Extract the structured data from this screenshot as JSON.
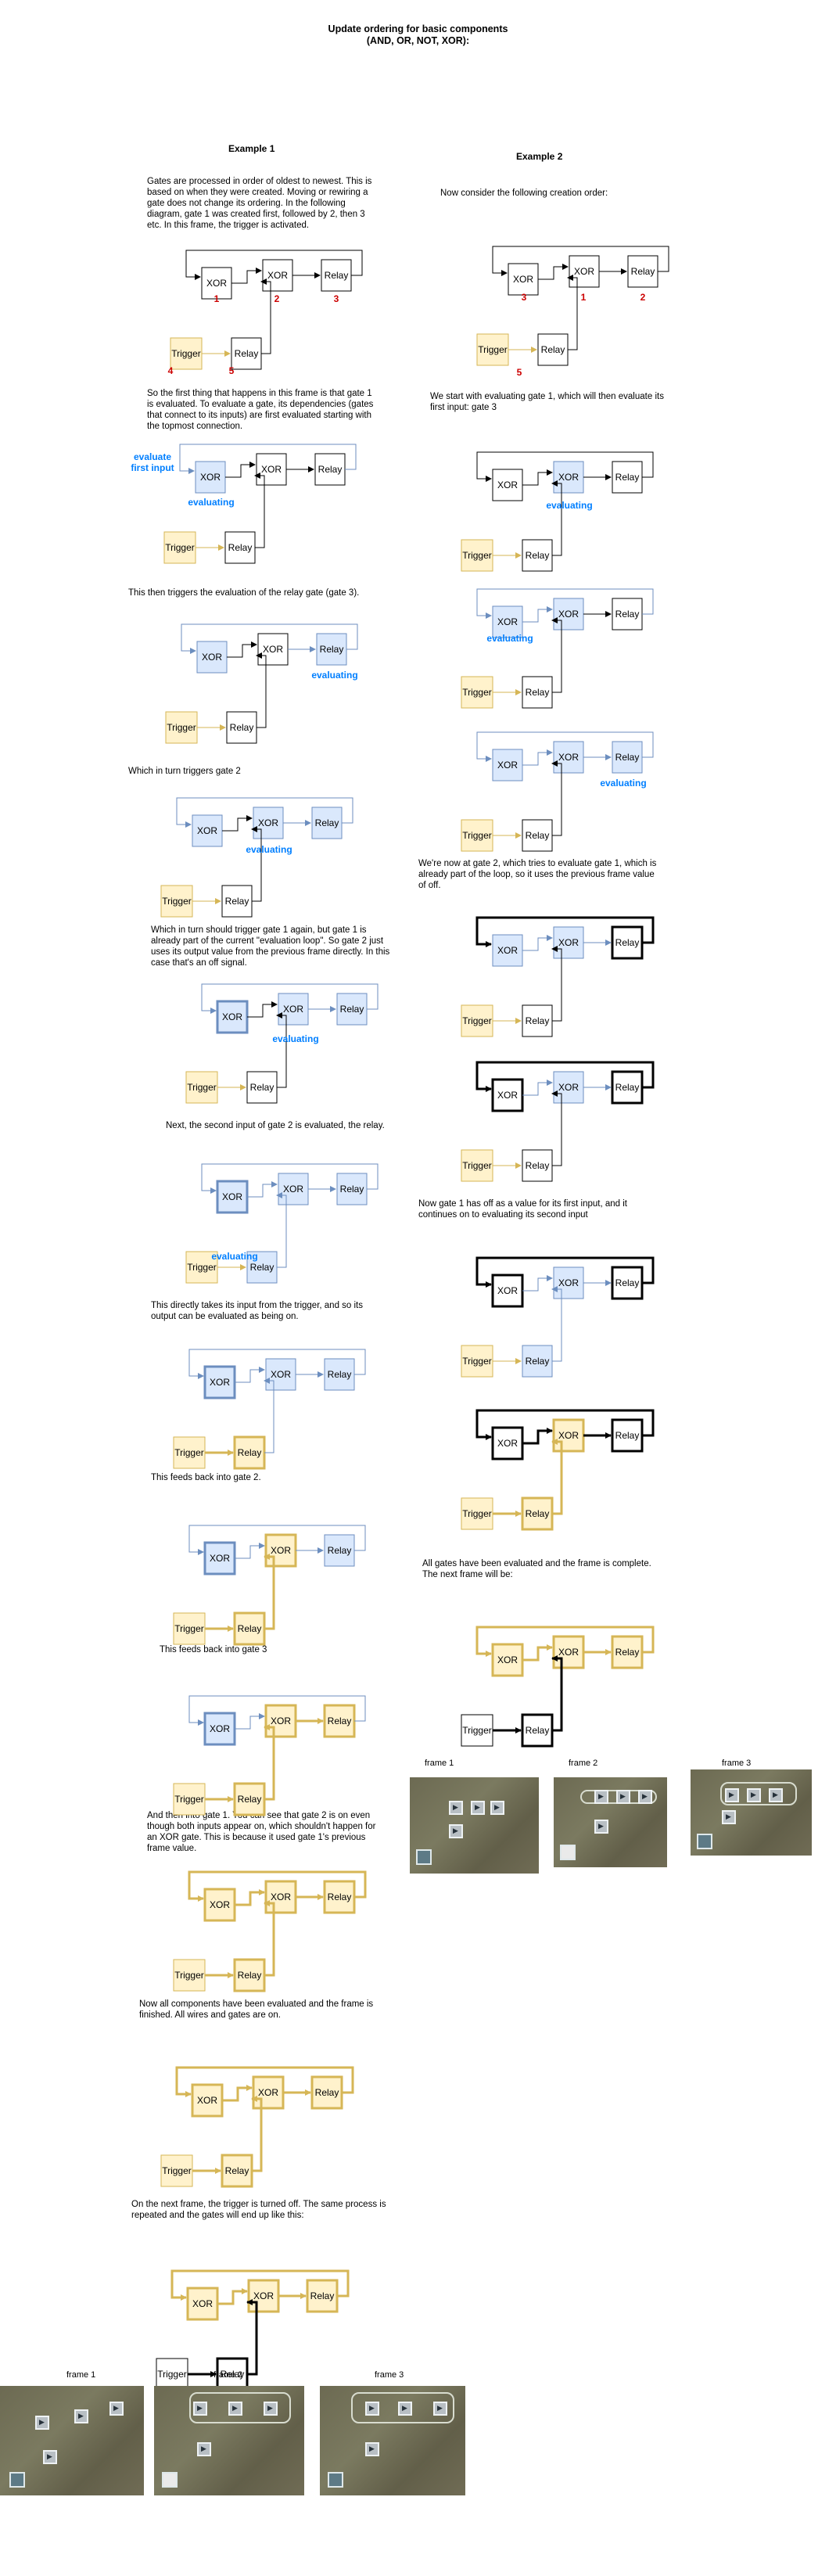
{
  "page": {
    "title_line1": "Update ordering for basic components",
    "title_line2": "(AND, OR, NOT, XOR):"
  },
  "gate_labels": {
    "xor": "XOR",
    "relay": "Relay",
    "trigger": "Trigger"
  },
  "annotations": {
    "evaluating": "evaluating",
    "evaluate_line1": "evaluate",
    "evaluate_line2": "first input"
  },
  "colors": {
    "blue_fill": "#dae8fc",
    "blue_stroke": "#6c8ebf",
    "yellow_fill": "#fff2cc",
    "yellow_stroke": "#d6b656",
    "label_red": "#cc0000",
    "annotation_blue": "#007fff"
  },
  "example1": {
    "heading": "Example 1",
    "gate_numbers": [
      "1",
      "2",
      "3",
      "4",
      "5"
    ],
    "paragraphs": [
      "Gates are processed in order of oldest to newest. This is based on when they were created. Moving or rewiring a gate does not change its ordering. In the following diagram, gate 1 was created first, followed by 2, then 3 etc. In this frame, the trigger is activated.",
      "So the first thing that happens in this frame is that gate 1 is evaluated. To evaluate a gate, its dependencies (gates that connect to its inputs) are first evaluated starting with the topmost connection.",
      "This then triggers the evaluation of the relay gate (gate 3).",
      "Which in turn triggers gate 2",
      "Which in turn should trigger gate 1 again, but gate 1 is already part of the current \"evaluation loop\". So gate 2 just uses its output value from the previous frame directly. In this case that's an off signal.",
      "Next, the second input of gate 2 is evaluated, the relay.",
      "This directly takes its input from the trigger, and so its output can be evaluated as being on.",
      "This feeds back into gate 2.",
      "This feeds back into gate 3",
      "And then into gate 1. You can see that gate 2 is on even though both inputs appear on, which shouldn't happen for an XOR gate. This is because it used gate 1's previous frame value.",
      "Now all components have been evaluated and the frame is finished. All wires and gates are on.",
      "On the next frame, the trigger is turned off. The same process is repeated and the gates will end up like this:"
    ],
    "frames": [
      "frame 1",
      "frame 2",
      "frame 3"
    ]
  },
  "example2": {
    "heading": "Example 2",
    "gate_numbers": [
      "3",
      "1",
      "2",
      "5"
    ],
    "paragraphs": [
      "Now consider the following creation order:",
      "We start with evaluating gate 1, which will then evaluate its first input: gate 3",
      "We're now at gate 2, which tries to evaluate gate 1, which is already part of the loop, so it uses the previous frame value of off.",
      "Now gate 1 has off as a value for its first input, and it continues on to evaluating its second input",
      "All gates have been evaluated and the frame is complete. The next frame will be:"
    ],
    "frames": [
      "frame 1",
      "frame 2",
      "frame 3"
    ]
  }
}
